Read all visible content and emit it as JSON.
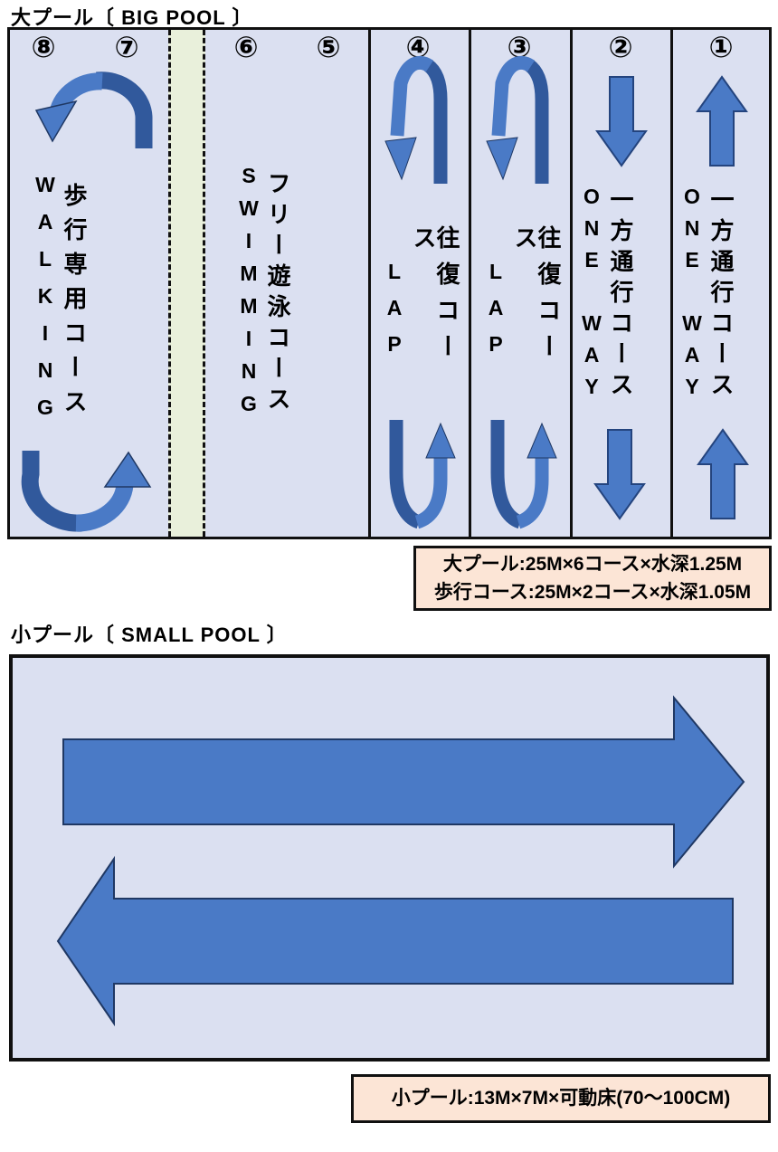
{
  "big_pool": {
    "title": "大プール〔 BIG POOL 〕",
    "lane_numbers": [
      "⑧",
      "⑦",
      "⑥",
      "⑤",
      "④",
      "③",
      "②",
      "①"
    ],
    "walking": {
      "en": "WALKING",
      "ja": "歩行専用コース"
    },
    "swimming": {
      "en": "SWIMMING",
      "ja": "フリー遊泳コース"
    },
    "lap": {
      "en": "LAP",
      "ja": "往復コース"
    },
    "one_way": {
      "en": "ONE WAY",
      "ja": "一方通行コース"
    },
    "info_line1": "大プール:25M×6コース×水深1.25M",
    "info_line2": "歩行コース:25M×2コース×水深1.05M"
  },
  "small_pool": {
    "title": "小プール〔 SMALL POOL 〕",
    "info": "小プール:13M×7M×可動床(70〜100CM)"
  },
  "arrows": {
    "walking_lane": [
      "turn-left-down-top",
      "turn-right-up-bottom"
    ],
    "lap_lane_4": [
      "u-turn-down-top",
      "u-turn-up-bottom"
    ],
    "lap_lane_3": [
      "u-turn-down-top",
      "u-turn-up-bottom"
    ],
    "one_way_lane_2": [
      "down-top",
      "down-bottom"
    ],
    "one_way_lane_1": [
      "up-top",
      "up-bottom"
    ],
    "small_pool": [
      "right-top",
      "left-bottom"
    ]
  },
  "colors": {
    "pool_fill": "#dbe0f1",
    "walking_divider_strip": "#e9f0db",
    "arrow_blue": "#4a7ac6",
    "arrow_blue_dark": "#31599c",
    "arrow_outline": "#1f3864",
    "info_box_bg": "#fce5d6",
    "line_black": "#101010"
  }
}
